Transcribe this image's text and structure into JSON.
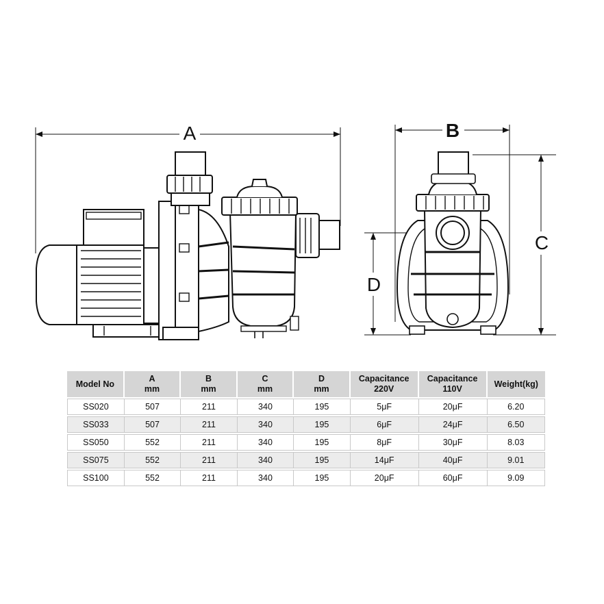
{
  "dimensions": {
    "a": "A",
    "b": "B",
    "c": "C",
    "d": "D"
  },
  "table": {
    "headers": [
      {
        "line1": "Model No",
        "line2": ""
      },
      {
        "line1": "A",
        "line2": "mm"
      },
      {
        "line1": "B",
        "line2": "mm"
      },
      {
        "line1": "C",
        "line2": "mm"
      },
      {
        "line1": "D",
        "line2": "mm"
      },
      {
        "line1": "Capacitance",
        "line2": "220V"
      },
      {
        "line1": "Capacitance",
        "line2": "110V"
      },
      {
        "line1": "Weight(kg)",
        "line2": ""
      }
    ],
    "rows": [
      [
        "SS020",
        "507",
        "211",
        "340",
        "195",
        "5μF",
        "20μF",
        "6.20"
      ],
      [
        "SS033",
        "507",
        "211",
        "340",
        "195",
        "6μF",
        "24μF",
        "6.50"
      ],
      [
        "SS050",
        "552",
        "211",
        "340",
        "195",
        "8μF",
        "30μF",
        "8.03"
      ],
      [
        "SS075",
        "552",
        "211",
        "340",
        "195",
        "14μF",
        "40μF",
        "9.01"
      ],
      [
        "SS100",
        "552",
        "211",
        "340",
        "195",
        "20μF",
        "60μF",
        "9.09"
      ]
    ]
  }
}
